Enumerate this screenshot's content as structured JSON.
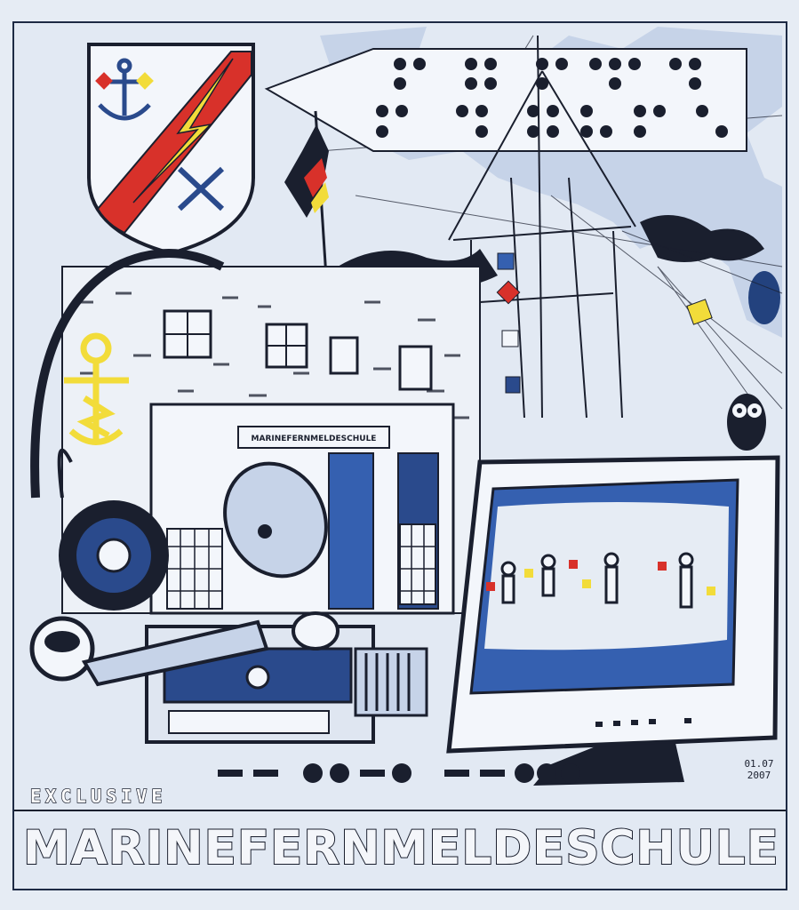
{
  "artwork": {
    "sign_text": "MARINEFERNMELDESCHULE",
    "small_caption": "EXCLUSIVE",
    "main_caption": "MARINEFERNMELDESCHULE",
    "signature": {
      "line1": "01.07",
      "line2": "2007"
    }
  },
  "colors": {
    "ink": "#1a1f2e",
    "navy": "#2a4a8c",
    "blue": "#3560b0",
    "paper": "#e6ecf4",
    "red": "#d8312a",
    "yellow": "#f2dc3a"
  }
}
